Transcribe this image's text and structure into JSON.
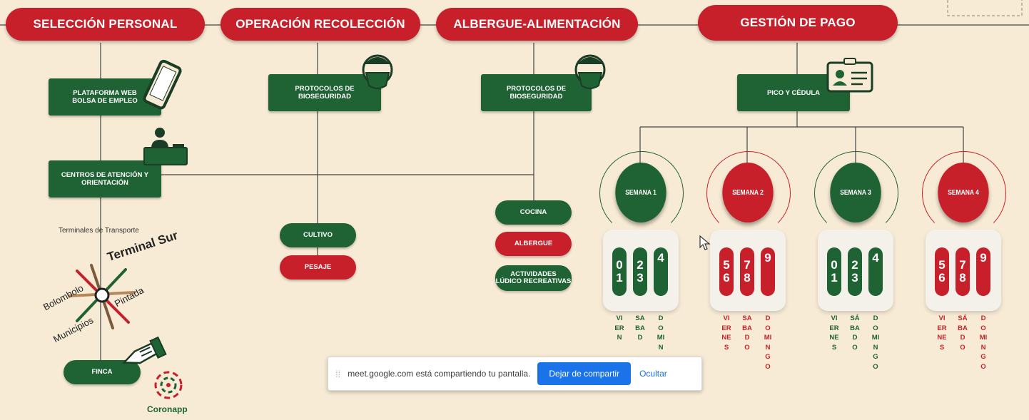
{
  "headers": {
    "seleccion": "SELECCIÓN PERSONAL",
    "operacion": "OPERACIÓN RECOLECCIÓN",
    "albergue": "ALBERGUE-ALIMENTACIÓN",
    "gestion": "GESTIÓN DE PAGO"
  },
  "seleccion": {
    "plataforma": "PLATAFORMA WEB\nBOLSA DE EMPLEO",
    "centros": "CENTROS DE ATENCIÓN Y\nORIENTACIÓN",
    "terminales": "Terminales de Transporte",
    "map": {
      "terminal_sur": "Terminal Sur",
      "bolombolo": "Bolombolo",
      "pintada": "Pintada",
      "municipios": "Municipios"
    },
    "finca": "FINCA",
    "coronapp": "Coronapp"
  },
  "operacion": {
    "protocolos": "PROTOCOLOS DE\nBIOSEGURIDAD",
    "cultivo": "CULTIVO",
    "pesaje": "PESAJE"
  },
  "albergue": {
    "protocolos": "PROTOCOLOS DE\nBIOSEGURIDAD",
    "cocina": "COCINA",
    "albergue": "ALBERGUE",
    "actividades": "ACTIVIDADES\nLÚDICO RECREATIVAS"
  },
  "gestion": {
    "pico": "PICO Y CÉDULA",
    "weeks": [
      {
        "label": "SEMANA 1",
        "color": "green",
        "digits": [
          [
            "0",
            "1"
          ],
          [
            "2",
            "3"
          ],
          [
            "4"
          ]
        ],
        "days": [
          "VIERN",
          "SABAD",
          "DOMIN"
        ]
      },
      {
        "label": "SEMANA 2",
        "color": "red",
        "digits": [
          [
            "5",
            "6"
          ],
          [
            "7",
            "8"
          ],
          [
            "9"
          ]
        ],
        "days": [
          "VIERNES",
          "SABADO",
          "DOMINGO"
        ]
      },
      {
        "label": "SEMANA 3",
        "color": "green",
        "digits": [
          [
            "0",
            "1"
          ],
          [
            "2",
            "3"
          ],
          [
            "4"
          ]
        ],
        "days": [
          "VIERNES",
          "SÁBADO",
          "DOMINGO"
        ]
      },
      {
        "label": "SEMANA 4",
        "color": "red",
        "digits": [
          [
            "5",
            "6"
          ],
          [
            "7",
            "8"
          ],
          [
            "9"
          ]
        ],
        "days": [
          "VIERNES",
          "SÁBADO",
          "DOMINGO"
        ]
      }
    ]
  },
  "share_banner": {
    "message": "meet.google.com está compartiendo tu pantalla.",
    "stop_button": "Dejar de compartir",
    "hide_button": "Ocultar"
  },
  "colors": {
    "red": "#c8202a",
    "green": "#1f6234",
    "background": "#f7ebd5"
  }
}
